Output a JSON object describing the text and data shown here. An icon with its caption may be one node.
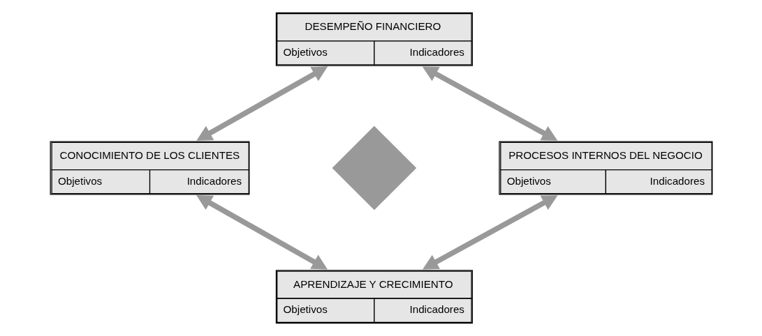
{
  "diagram": {
    "nodes": [
      {
        "text": [
          "DESEMPEÑO FINANCIERO",
          "Objetivos",
          "Indicadores"
        ]
      },
      {
        "text": [
          "CONOCIMIENTO DE LOS CLIENTES",
          "Objetivos",
          "Indicadores"
        ]
      },
      {
        "text": [],
        "shape": "diamond"
      },
      {
        "text": [
          "PROCESOS INTERNOS DEL NEGOCIO",
          "Objetivos",
          "Indicadores"
        ]
      },
      {
        "text": [
          "APRENDIZAJE Y CRECIMIENTO",
          "Objetivos",
          "Indicadores"
        ]
      }
    ],
    "edges": [
      {
        "from": 0,
        "to": 1,
        "arrow": "both"
      },
      {
        "from": 0,
        "to": 3,
        "arrow": "both"
      },
      {
        "from": 1,
        "to": 4,
        "arrow": "both"
      },
      {
        "from": 3,
        "to": 4,
        "arrow": "both"
      }
    ]
  }
}
